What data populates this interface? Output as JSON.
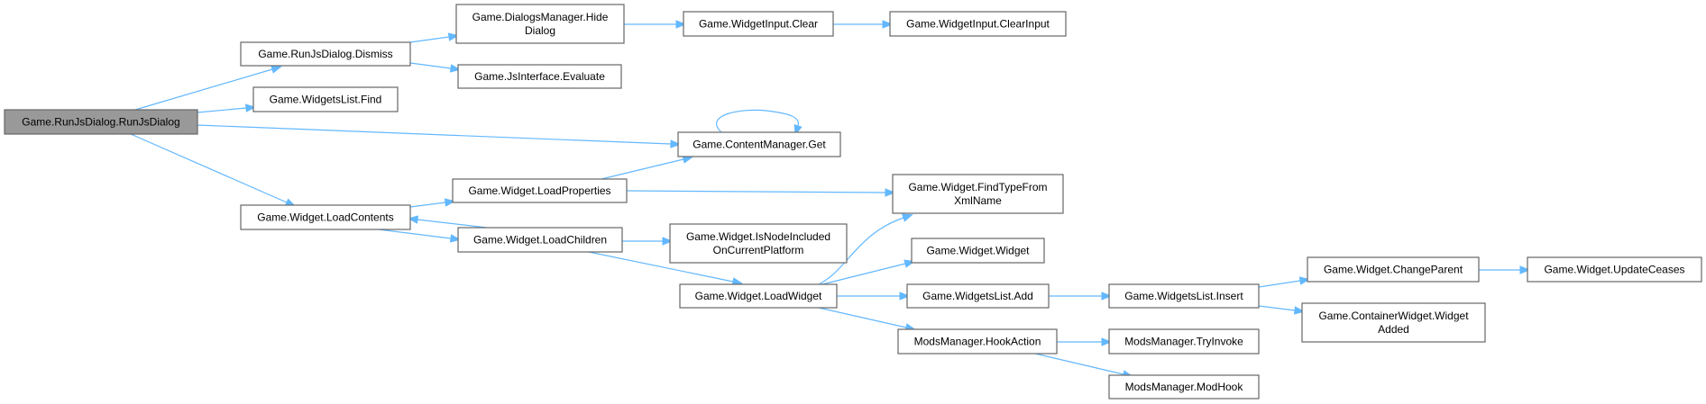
{
  "title": "Call graph of Game.RunJsDialog.RunJsDialog",
  "colors": {
    "edge": "#63b8ff",
    "node_border": "#666666",
    "root_fill": "#999999",
    "node_fill": "#ffffff"
  },
  "nodes": [
    {
      "id": "root",
      "lines": [
        "Game.RunJsDialog.RunJsDialog"
      ],
      "root": true
    },
    {
      "id": "dismiss",
      "lines": [
        "Game.RunJsDialog.Dismiss"
      ]
    },
    {
      "id": "find",
      "lines": [
        "Game.WidgetsList.Find"
      ]
    },
    {
      "id": "loadcontents",
      "lines": [
        "Game.Widget.LoadContents"
      ]
    },
    {
      "id": "hidedialog",
      "lines": [
        "Game.DialogsManager.Hide",
        "Dialog"
      ]
    },
    {
      "id": "evaluate",
      "lines": [
        "Game.JsInterface.Evaluate"
      ]
    },
    {
      "id": "loadproperties",
      "lines": [
        "Game.Widget.LoadProperties"
      ]
    },
    {
      "id": "loadchildren",
      "lines": [
        "Game.Widget.LoadChildren"
      ]
    },
    {
      "id": "clear",
      "lines": [
        "Game.WidgetInput.Clear"
      ]
    },
    {
      "id": "clearinput",
      "lines": [
        "Game.WidgetInput.ClearInput"
      ]
    },
    {
      "id": "cmget",
      "lines": [
        "Game.ContentManager.Get"
      ]
    },
    {
      "id": "findtype",
      "lines": [
        "Game.Widget.FindTypeFrom",
        "XmlName"
      ]
    },
    {
      "id": "isnode",
      "lines": [
        "Game.Widget.IsNodeIncluded",
        "OnCurrentPlatform"
      ]
    },
    {
      "id": "widgetctor",
      "lines": [
        "Game.Widget.Widget"
      ]
    },
    {
      "id": "loadwidget",
      "lines": [
        "Game.Widget.LoadWidget"
      ]
    },
    {
      "id": "wladd",
      "lines": [
        "Game.WidgetsList.Add"
      ]
    },
    {
      "id": "hookaction",
      "lines": [
        "ModsManager.HookAction"
      ]
    },
    {
      "id": "wlinsert",
      "lines": [
        "Game.WidgetsList.Insert"
      ]
    },
    {
      "id": "tryinvoke",
      "lines": [
        "ModsManager.TryInvoke"
      ]
    },
    {
      "id": "modhook",
      "lines": [
        "ModsManager.ModHook"
      ]
    },
    {
      "id": "changeparent",
      "lines": [
        "Game.Widget.ChangeParent"
      ]
    },
    {
      "id": "widgetadded",
      "lines": [
        "Game.ContainerWidget.Widget",
        "Added"
      ]
    },
    {
      "id": "updateceases",
      "lines": [
        "Game.Widget.UpdateCeases"
      ]
    }
  ],
  "edges": [
    {
      "from": "root",
      "to": "dismiss"
    },
    {
      "from": "root",
      "to": "find"
    },
    {
      "from": "root",
      "to": "cmget"
    },
    {
      "from": "root",
      "to": "loadcontents"
    },
    {
      "from": "dismiss",
      "to": "hidedialog"
    },
    {
      "from": "dismiss",
      "to": "evaluate"
    },
    {
      "from": "hidedialog",
      "to": "clear"
    },
    {
      "from": "clear",
      "to": "clearinput"
    },
    {
      "from": "cmget",
      "to": "cmget"
    },
    {
      "from": "loadcontents",
      "to": "loadproperties"
    },
    {
      "from": "loadcontents",
      "to": "loadchildren"
    },
    {
      "from": "loadchildren",
      "to": "loadcontents"
    },
    {
      "from": "loadproperties",
      "to": "cmget"
    },
    {
      "from": "loadproperties",
      "to": "findtype"
    },
    {
      "from": "loadchildren",
      "to": "isnode"
    },
    {
      "from": "loadchildren",
      "to": "loadwidget"
    },
    {
      "from": "loadwidget",
      "to": "findtype"
    },
    {
      "from": "loadwidget",
      "to": "widgetctor"
    },
    {
      "from": "loadwidget",
      "to": "wladd"
    },
    {
      "from": "loadwidget",
      "to": "hookaction"
    },
    {
      "from": "wladd",
      "to": "wlinsert"
    },
    {
      "from": "wlinsert",
      "to": "changeparent"
    },
    {
      "from": "wlinsert",
      "to": "widgetadded"
    },
    {
      "from": "changeparent",
      "to": "updateceases"
    },
    {
      "from": "hookaction",
      "to": "tryinvoke"
    },
    {
      "from": "hookaction",
      "to": "modhook"
    }
  ]
}
